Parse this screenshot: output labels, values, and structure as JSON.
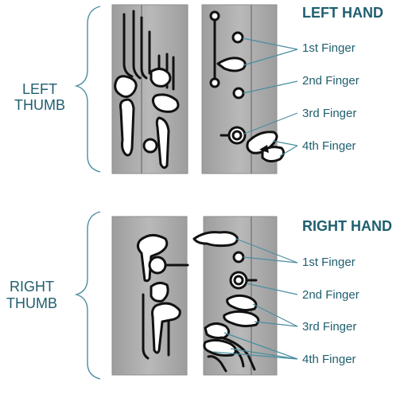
{
  "left_hand": {
    "title": "LEFT HAND",
    "thumb": [
      "LEFT",
      "THUMB"
    ],
    "fingers": [
      "1st Finger",
      "2nd Finger",
      "3rd Finger",
      "4th Finger"
    ]
  },
  "right_hand": {
    "title": "RIGHT HAND",
    "thumb": [
      "RIGHT",
      "THUMB"
    ],
    "fingers": [
      "1st Finger",
      "2nd Finger",
      "3rd Finger",
      "4th Finger"
    ]
  },
  "colors": {
    "label": "#1f5e6e",
    "leader_line": "#4a8ea0",
    "instrument_body": "#a9a9a9",
    "key": "#ffffff",
    "key_outline": "#111111"
  }
}
